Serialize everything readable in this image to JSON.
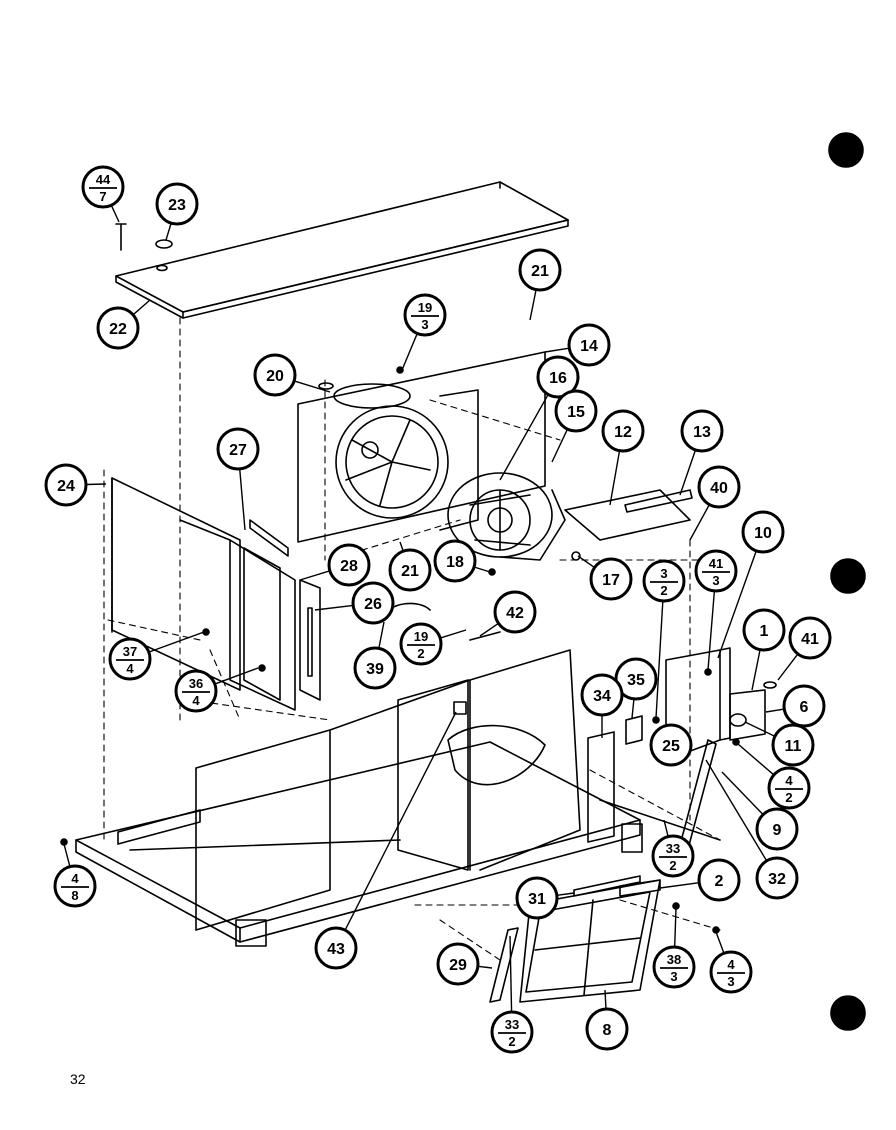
{
  "page_number": "32",
  "callouts": [
    {
      "id": "c-44-7",
      "num": "44",
      "den": "7"
    },
    {
      "id": "c-23",
      "num": "23"
    },
    {
      "id": "c-22",
      "num": "22"
    },
    {
      "id": "c-21a",
      "num": "21"
    },
    {
      "id": "c-19-3",
      "num": "19",
      "den": "3"
    },
    {
      "id": "c-14",
      "num": "14"
    },
    {
      "id": "c-20",
      "num": "20"
    },
    {
      "id": "c-16",
      "num": "16"
    },
    {
      "id": "c-15",
      "num": "15"
    },
    {
      "id": "c-12",
      "num": "12"
    },
    {
      "id": "c-13",
      "num": "13"
    },
    {
      "id": "c-27",
      "num": "27"
    },
    {
      "id": "c-40",
      "num": "40"
    },
    {
      "id": "c-24",
      "num": "24"
    },
    {
      "id": "c-10",
      "num": "10"
    },
    {
      "id": "c-28",
      "num": "28"
    },
    {
      "id": "c-21b",
      "num": "21"
    },
    {
      "id": "c-18",
      "num": "18"
    },
    {
      "id": "c-17",
      "num": "17"
    },
    {
      "id": "c-3-2",
      "num": "3",
      "den": "2"
    },
    {
      "id": "c-41-3",
      "num": "41",
      "den": "3"
    },
    {
      "id": "c-26",
      "num": "26"
    },
    {
      "id": "c-42",
      "num": "42"
    },
    {
      "id": "c-1",
      "num": "1"
    },
    {
      "id": "c-41",
      "num": "41"
    },
    {
      "id": "c-37-4",
      "num": "37",
      "den": "4"
    },
    {
      "id": "c-19-2",
      "num": "19",
      "den": "2"
    },
    {
      "id": "c-39",
      "num": "39"
    },
    {
      "id": "c-35",
      "num": "35"
    },
    {
      "id": "c-6",
      "num": "6"
    },
    {
      "id": "c-36-4",
      "num": "36",
      "den": "4"
    },
    {
      "id": "c-34",
      "num": "34"
    },
    {
      "id": "c-25",
      "num": "25"
    },
    {
      "id": "c-11",
      "num": "11"
    },
    {
      "id": "c-4-2",
      "num": "4",
      "den": "2"
    },
    {
      "id": "c-9",
      "num": "9"
    },
    {
      "id": "c-33-2a",
      "num": "33",
      "den": "2"
    },
    {
      "id": "c-32",
      "num": "32"
    },
    {
      "id": "c-4-8",
      "num": "4",
      "den": "8"
    },
    {
      "id": "c-2",
      "num": "2"
    },
    {
      "id": "c-31",
      "num": "31"
    },
    {
      "id": "c-43",
      "num": "43"
    },
    {
      "id": "c-29",
      "num": "29"
    },
    {
      "id": "c-38-3",
      "num": "38",
      "den": "3"
    },
    {
      "id": "c-4-3",
      "num": "4",
      "den": "3"
    },
    {
      "id": "c-33-2b",
      "num": "33",
      "den": "2"
    },
    {
      "id": "c-8",
      "num": "8"
    }
  ]
}
